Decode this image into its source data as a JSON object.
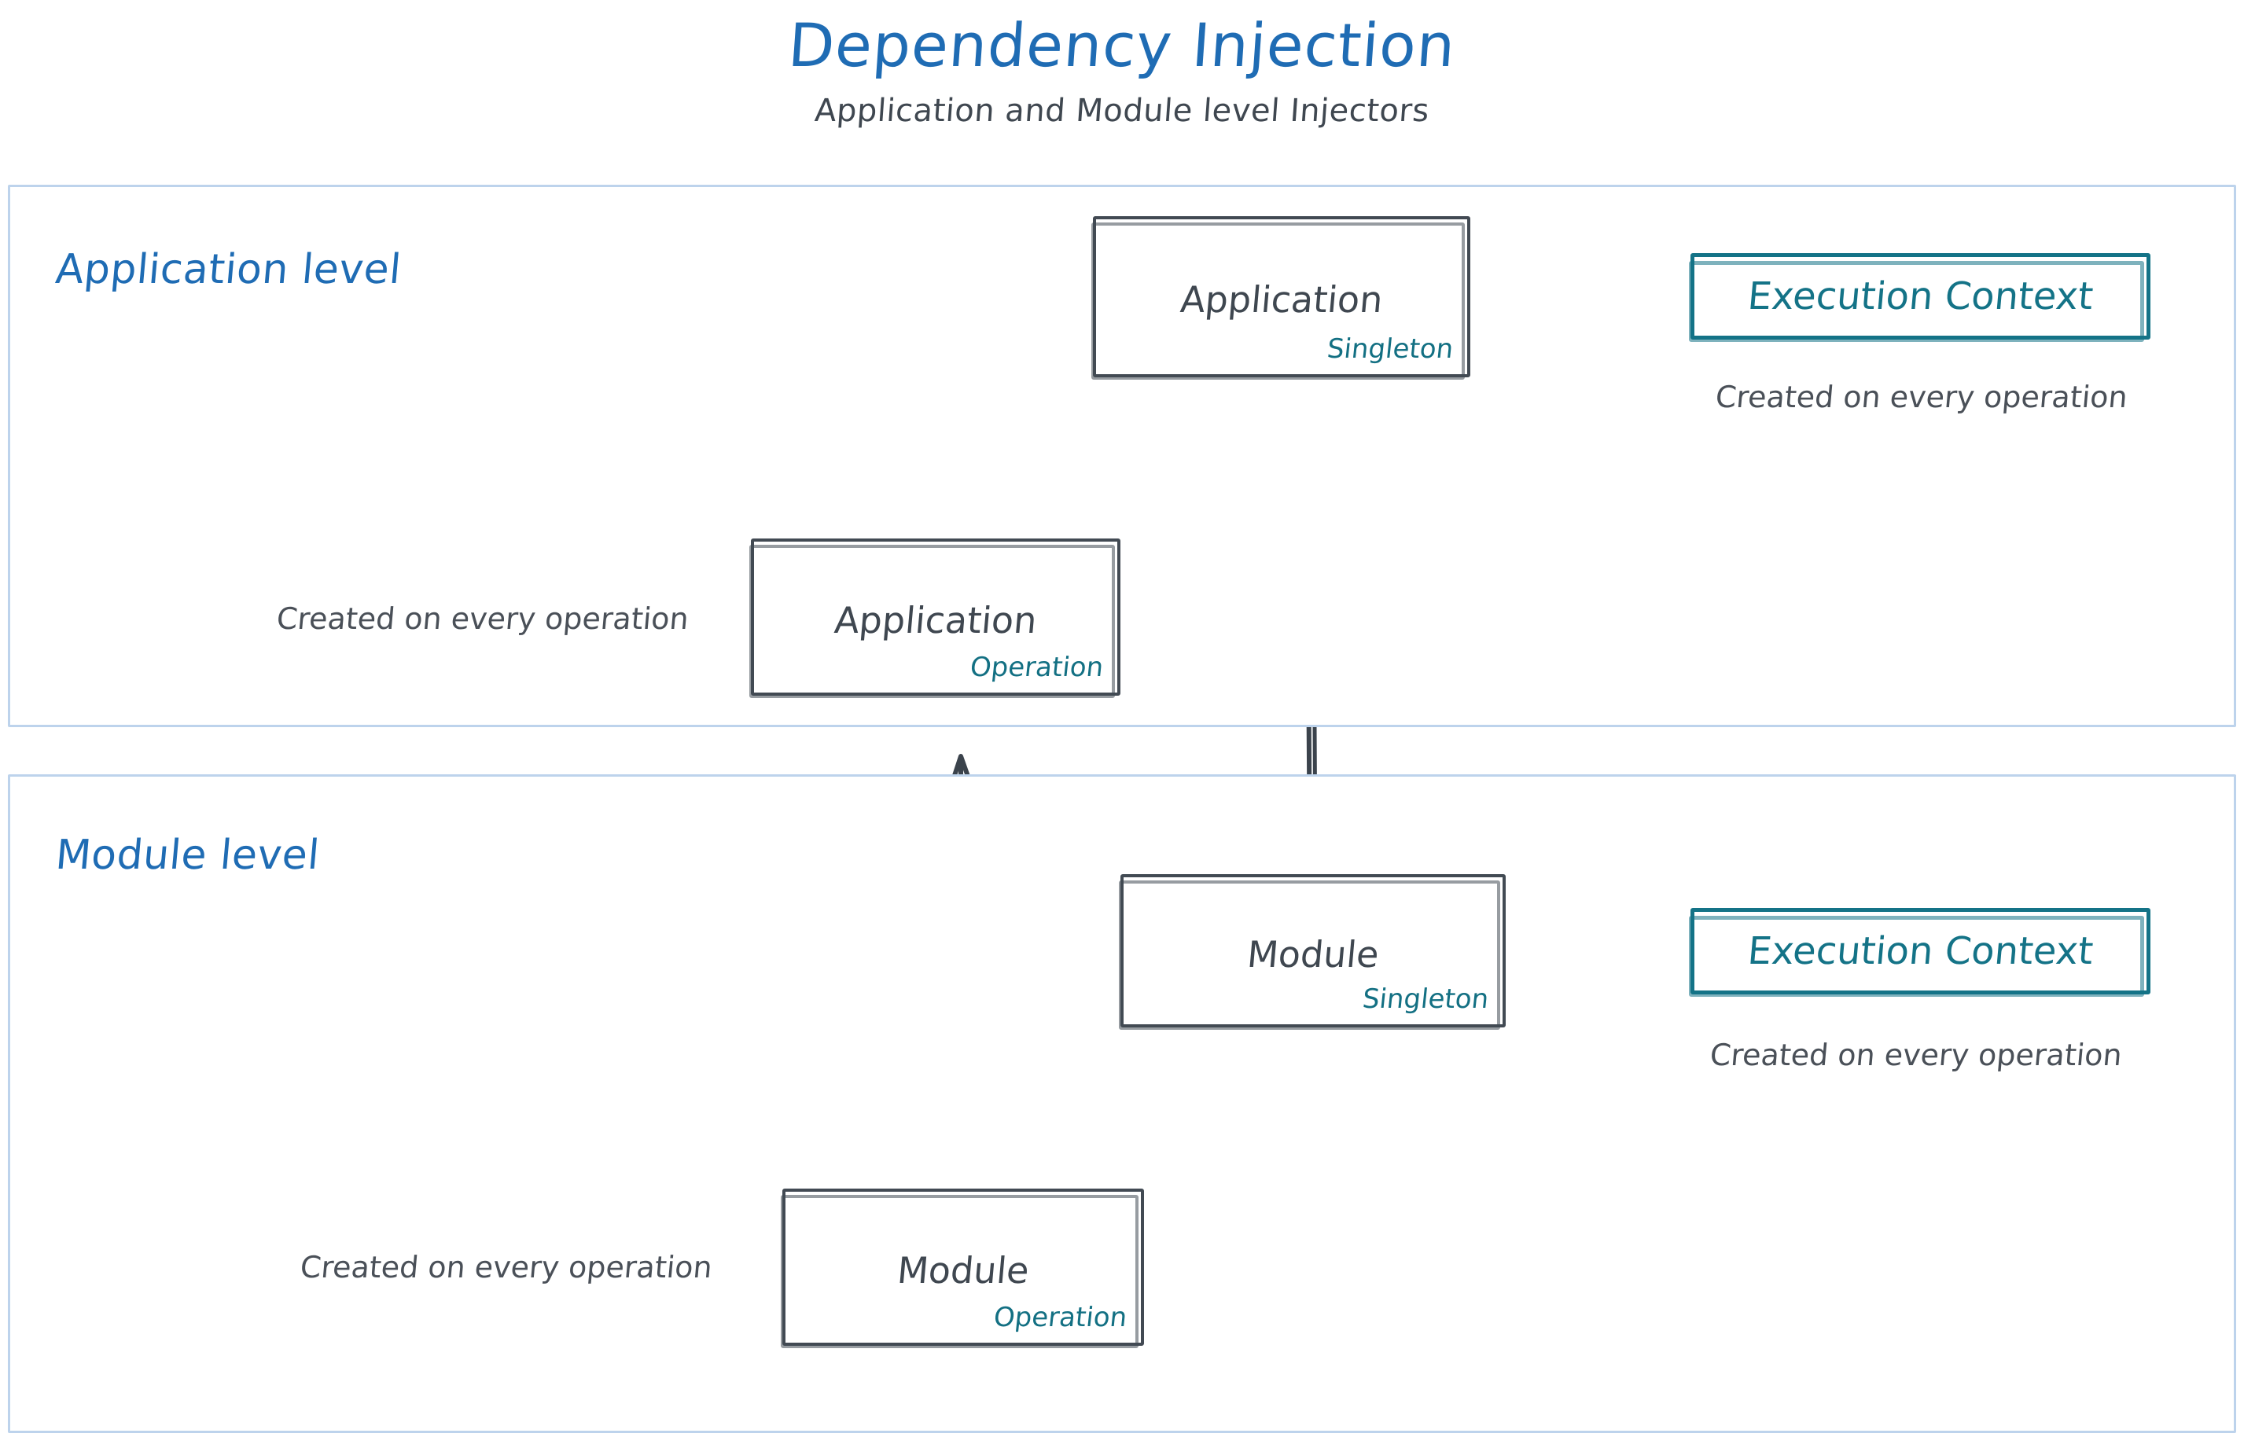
{
  "header": {
    "title": "Dependency Injection",
    "subtitle": "Application and Module level Injectors"
  },
  "levels": [
    {
      "id": "application-level",
      "label": "Application level",
      "nodes": [
        {
          "id": "application-singleton",
          "title": "Application",
          "scope": "Singleton"
        },
        {
          "id": "application-operation",
          "title": "Application",
          "scope": "Operation"
        }
      ],
      "context_box": {
        "label": "Execution Context",
        "caption": "Created on every operation"
      },
      "side_note": "Created on every operation"
    },
    {
      "id": "module-level",
      "label": "Module level",
      "nodes": [
        {
          "id": "module-singleton",
          "title": "Module",
          "scope": "Singleton"
        },
        {
          "id": "module-operation",
          "title": "Module",
          "scope": "Operation"
        }
      ],
      "context_box": {
        "label": "Execution Context",
        "caption": "Created on every operation"
      },
      "side_note": "Created on every operation"
    }
  ],
  "colors": {
    "title_blue": "#1f6cb4",
    "level_border": "#bdd3ec",
    "node_border": "#424a53",
    "node_text": "#3f4750",
    "scope_teal": "#137083",
    "context_teal": "#147387",
    "note_gray": "#4a5058",
    "background": "#ffffff"
  },
  "edges": [
    {
      "id": "edge-application-singleton-to-execution-context",
      "from": "application-singleton",
      "to": "application-execution-context",
      "style": "teal-arrow",
      "direction": "right"
    },
    {
      "id": "edge-application-operation-to-application-singleton",
      "from": "application-operation",
      "to": "application-singleton",
      "style": "dark-arrow",
      "direction": "up-right"
    },
    {
      "id": "edge-module-singleton-to-application-singleton",
      "from": "module-singleton",
      "to": "application-singleton",
      "style": "dark-arrow",
      "direction": "up"
    },
    {
      "id": "edge-module-operation-to-application-operation",
      "from": "module-operation",
      "to": "application-operation",
      "style": "dark-arrow",
      "direction": "up"
    },
    {
      "id": "edge-module-operation-to-module-singleton",
      "from": "module-operation",
      "to": "module-singleton",
      "style": "dark-arrow",
      "direction": "up-right"
    },
    {
      "id": "edge-module-singleton-to-execution-context",
      "from": "module-singleton",
      "to": "module-execution-context",
      "style": "teal-arrow",
      "direction": "right"
    }
  ]
}
